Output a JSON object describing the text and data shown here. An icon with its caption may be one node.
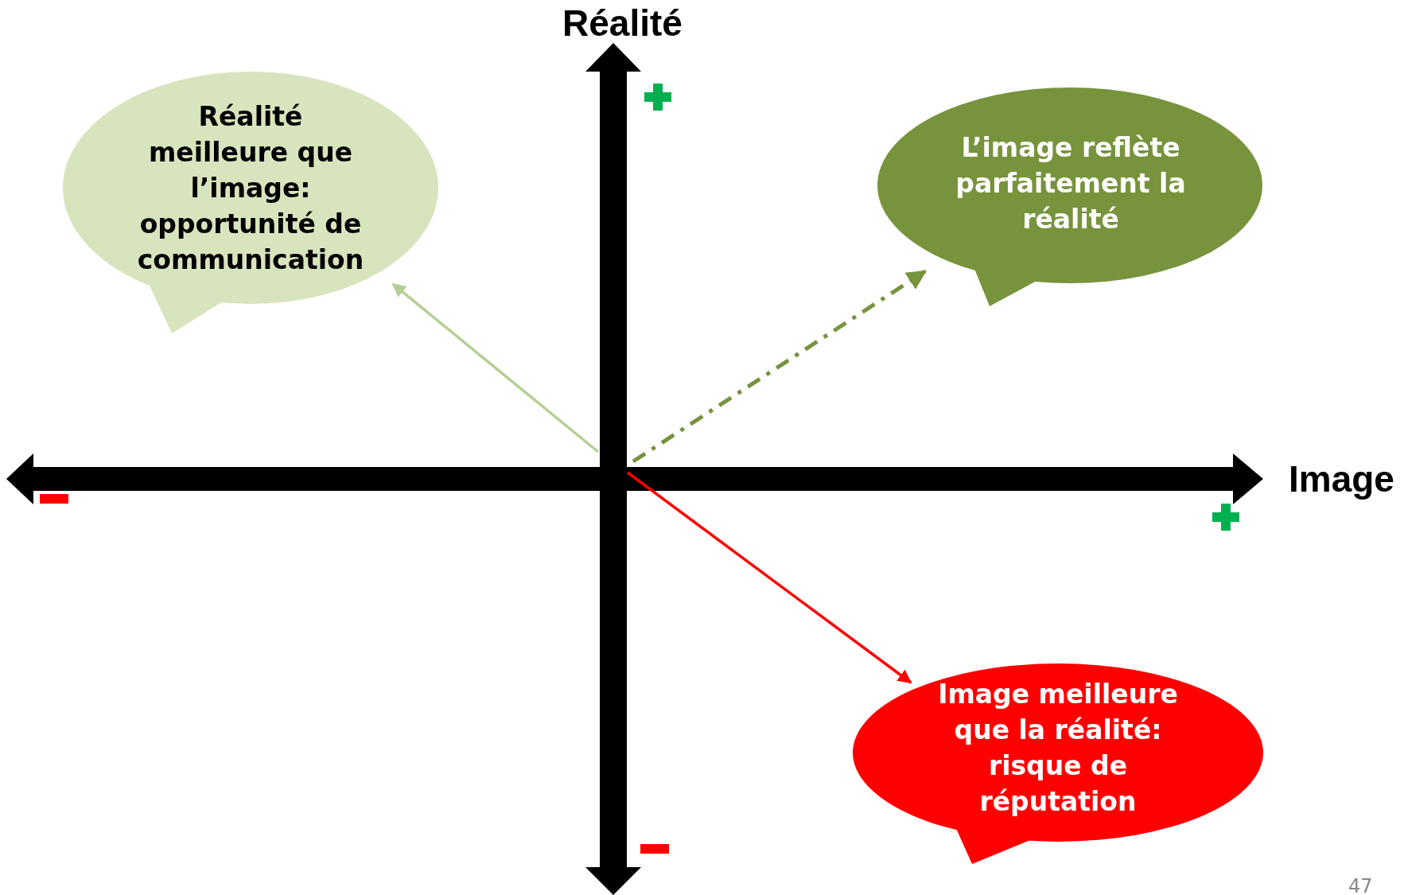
{
  "diagram": {
    "title": "Réalité",
    "nodes": [
      {
        "text": [
          "Réalité meilleure que l’image: opportunité de communication"
        ]
      },
      {
        "text": [
          "L’image reflète parfaitement la réalité"
        ]
      },
      {
        "text": [
          "Image meilleure que la réalité: risque de réputation"
        ]
      }
    ],
    "edges": [
      {
        "from": null,
        "to": 0,
        "arrow": "to",
        "color": "#b5cf94"
      },
      {
        "from": null,
        "to": 1,
        "arrow": "to",
        "style": "dashed",
        "color": "#77933c"
      },
      {
        "from": null,
        "to": 2,
        "arrow": "to",
        "color": "#ff0000"
      }
    ],
    "labels": [
      "Image",
      "47"
    ]
  }
}
